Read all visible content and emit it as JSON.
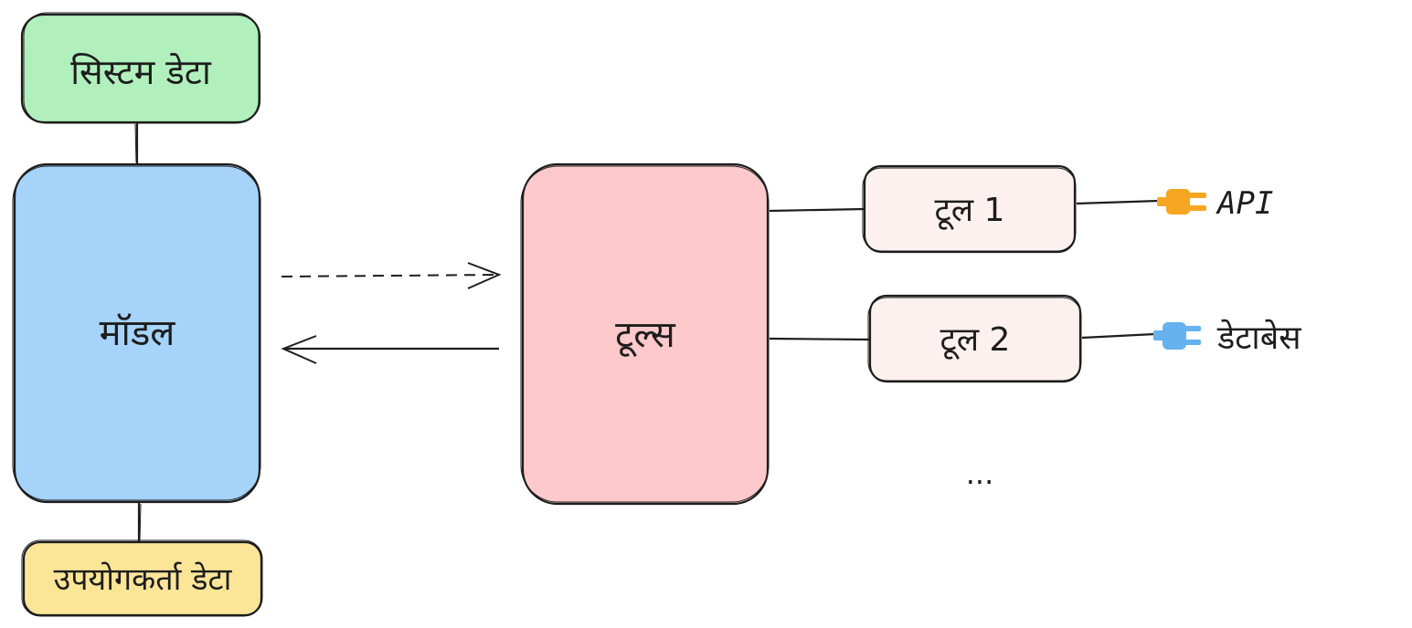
{
  "boxes": {
    "system_data": {
      "label": "सिस्टम डेटा",
      "color": "#b1f0bc"
    },
    "model": {
      "label": "मॉडल",
      "color": "#a5d3fa"
    },
    "user_data": {
      "label": "उपयोगकर्ता डेटा",
      "color": "#fbe597"
    },
    "tools": {
      "label": "टूल्स",
      "color": "#fdc9ca"
    },
    "tool_1": {
      "label": "टूल 1",
      "color": "#fdf1f0"
    },
    "tool_2": {
      "label": "टूल 2",
      "color": "#fdf1f0"
    }
  },
  "plugs": {
    "api": {
      "label": "API",
      "icon": "plug-icon",
      "color": "#f5a623"
    },
    "database": {
      "label": "डेटाबेस",
      "icon": "plug-icon",
      "color": "#66b2ee"
    }
  },
  "more_tools": {
    "label": "..."
  },
  "stroke_color": "#1d1d1d"
}
